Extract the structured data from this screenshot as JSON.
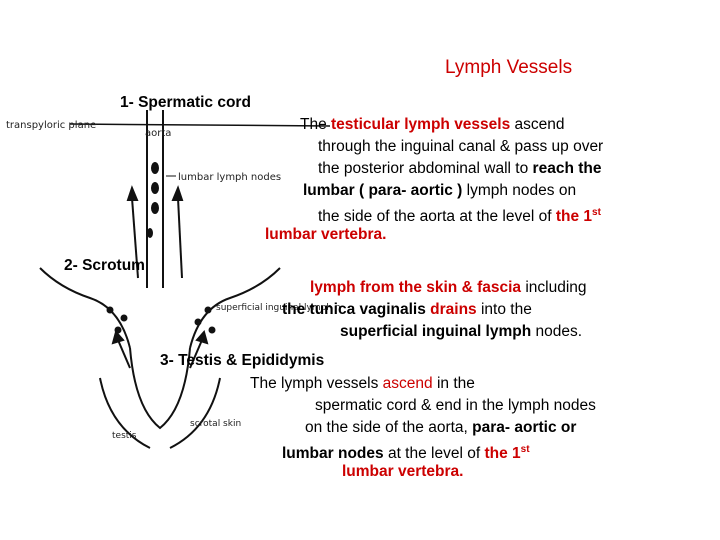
{
  "title": "Lymph Vessels",
  "colors": {
    "accent": "#cc0000",
    "text": "#000000"
  },
  "diagram_labels": {
    "transpyloric": "transpyloric plane",
    "aorta": "aorta",
    "lumbar_nodes": "lumbar lymph nodes",
    "superficial_nodes": "superficial inguinal lymph nodes",
    "scrotal_skin": "scrotal skin",
    "testis": "testis"
  },
  "sections": {
    "spermatic_cord": {
      "heading": "1- Spermatic cord",
      "line1_a": "The ",
      "line1_b": "testicular lymph vessels",
      "line1_c": " ascend",
      "line2": "through the inguinal canal & pass up over",
      "line3_a": "the posterior abdominal wall to ",
      "line3_b": "reach the",
      "line4_a": "lumbar ( para- aortic )",
      "line4_b": " lymph nodes on",
      "line5_a": "the side of the aorta at the level of ",
      "line5_b": "the 1",
      "line5_sup": "st",
      "line6": "lumbar vertebra."
    },
    "scrotum": {
      "heading": "2- Scrotum",
      "line1_a": "lymph from the skin & fascia",
      "line1_b": " including",
      "line2_a": "the tunica vaginalis ",
      "line2_b": "drains",
      "line2_c": " into the",
      "line3_a": "superficial inguinal lymph",
      "line3_b": " nodes."
    },
    "testis": {
      "heading": "3- Testis & Epididymis",
      "line1_a": "The lymph vessels ",
      "line1_b": "ascend",
      "line1_c": " in the",
      "line2": "spermatic cord & end in the lymph nodes",
      "line3_a": "on the side of the aorta, ",
      "line3_b": "para- aortic or",
      "line4_a": "lumbar nodes",
      "line4_b": " at the level of ",
      "line4_c": "the 1",
      "line4_sup": "st",
      "line5": "lumbar vertebra."
    }
  }
}
